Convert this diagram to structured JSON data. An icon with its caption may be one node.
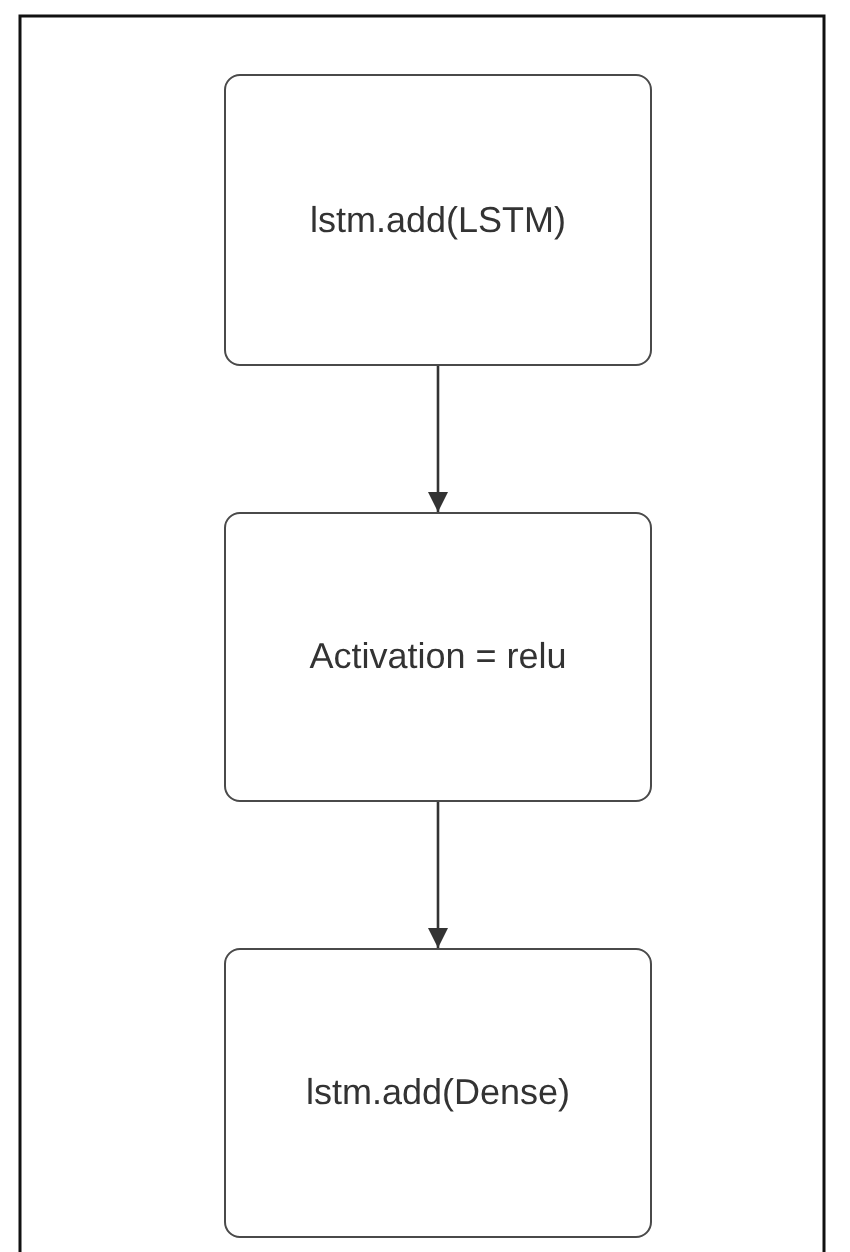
{
  "diagram": {
    "nodes": [
      {
        "text": [
          "lstm.add(LSTM)"
        ]
      },
      {
        "text": [
          "Activation = relu"
        ]
      },
      {
        "text": [
          "lstm.add(Dense)"
        ]
      }
    ],
    "edges": [
      {
        "from": 0,
        "to": 1,
        "arrow": "to"
      },
      {
        "from": 1,
        "to": 2,
        "arrow": "to"
      }
    ]
  }
}
